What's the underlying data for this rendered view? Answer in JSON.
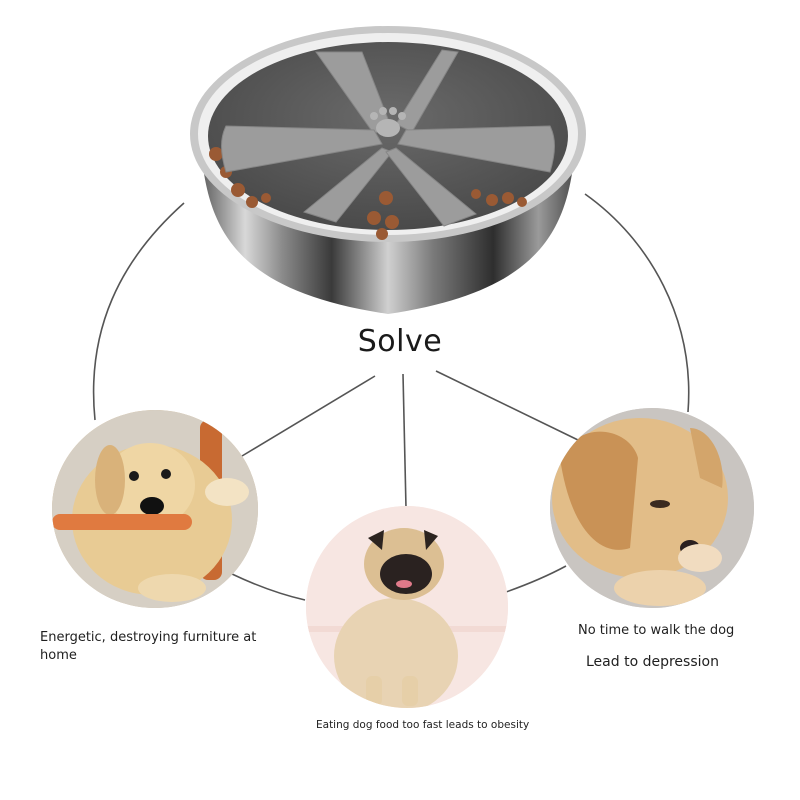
{
  "title": "Solve",
  "product": {
    "name": "stainless steel slow feeder bowl",
    "icon": "paw-print-icon"
  },
  "problems": [
    {
      "id": "left",
      "image": "labrador-puppy-chewing-chair-leg",
      "caption": "Energetic, destroying furniture at home"
    },
    {
      "id": "middle",
      "image": "pug-sitting",
      "caption": "Eating dog food too fast leads to obesity"
    },
    {
      "id": "right",
      "image": "sad-labrador-puppy-lying-on-carpet",
      "captions": [
        "No time to walk the dog",
        "Lead to depression"
      ]
    }
  ],
  "colors": {
    "line": "#555555",
    "text": "#1f1f1f",
    "background": "#ffffff"
  }
}
